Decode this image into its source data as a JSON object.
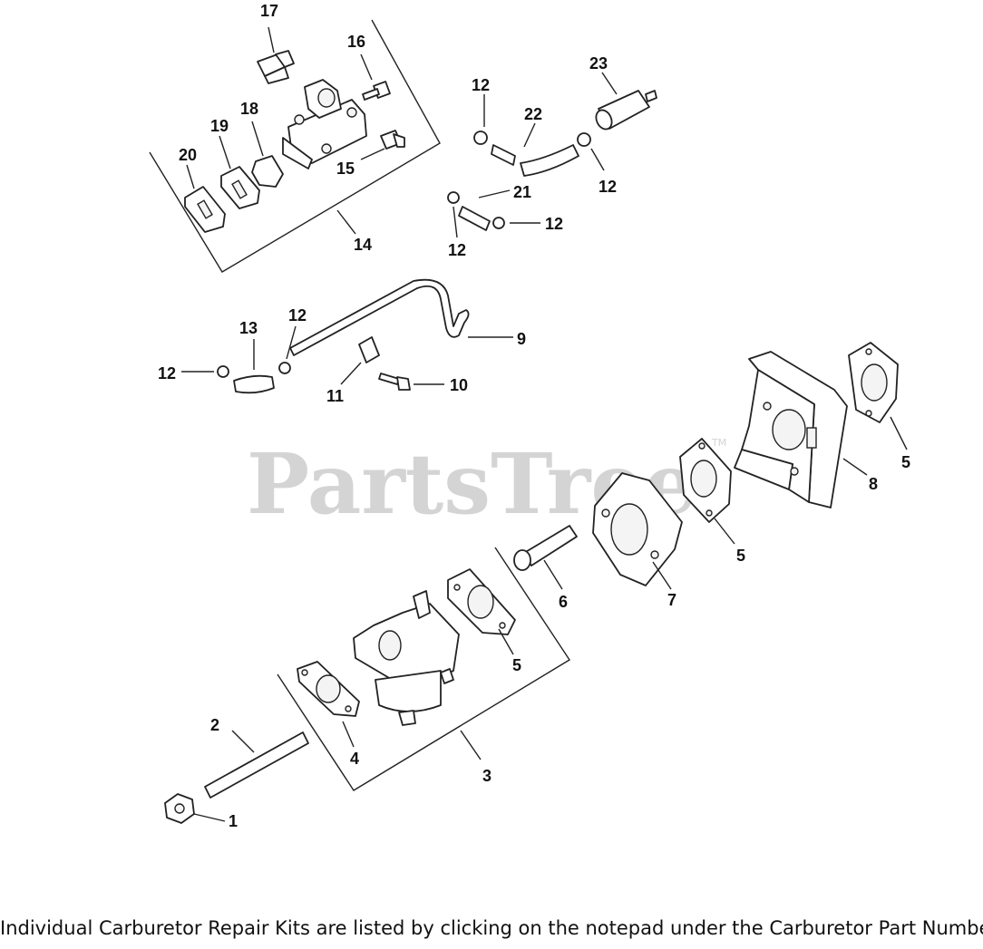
{
  "watermark": {
    "text": "PartsTree",
    "tm": "TM"
  },
  "footer": {
    "text": "Individual Carburetor Repair Kits are listed by clicking on the notepad under the Carburetor Part Number"
  },
  "callouts": {
    "c1": "1",
    "c2": "2",
    "c3": "3",
    "c4": "4",
    "c5a": "5",
    "c5b": "5",
    "c5c": "5",
    "c6": "6",
    "c7": "7",
    "c8": "8",
    "c9": "9",
    "c10": "10",
    "c11": "11",
    "c12a": "12",
    "c12b": "12",
    "c12c": "12",
    "c12d": "12",
    "c12e": "12",
    "c12f": "12",
    "c13": "13",
    "c14": "14",
    "c15": "15",
    "c16": "16",
    "c17": "17",
    "c18": "18",
    "c19": "19",
    "c20": "20",
    "c21": "21",
    "c22": "22",
    "c23": "23"
  }
}
